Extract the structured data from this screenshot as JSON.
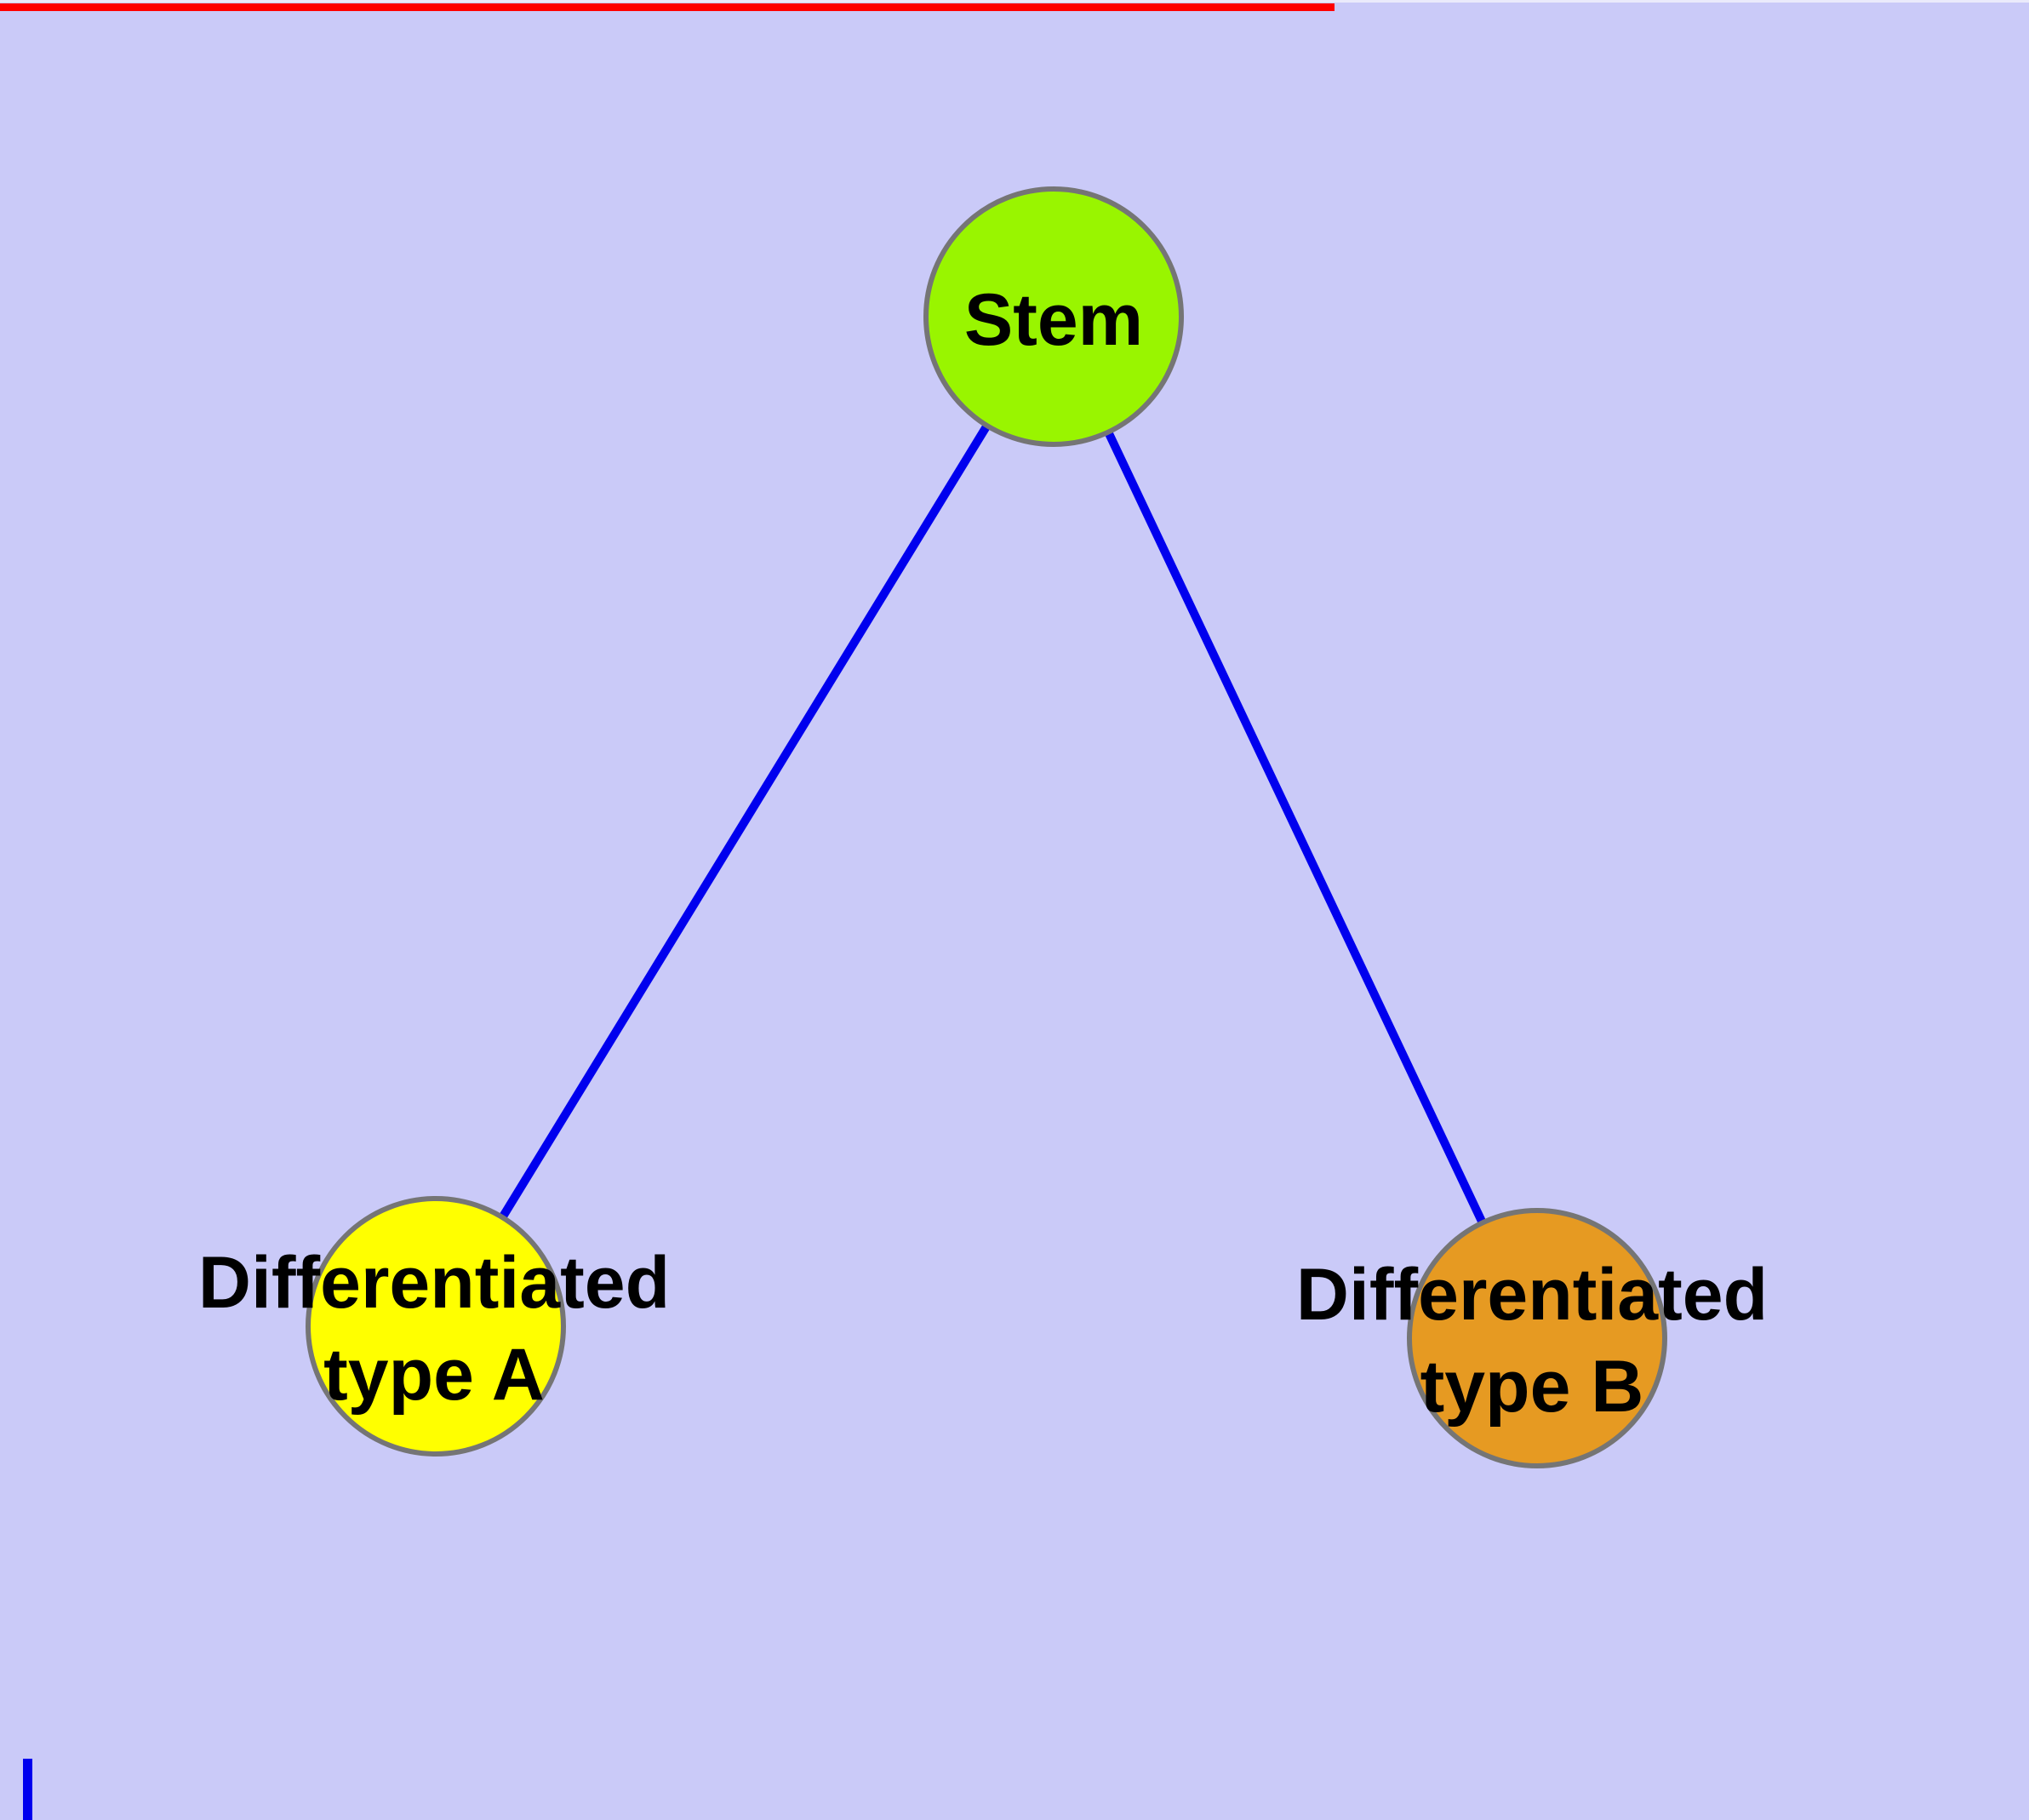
{
  "canvas": {
    "background_color": "#CACAF8",
    "top_edge_highlight_color": "#EAEAFB",
    "progress_bar_color": "#FF0000",
    "corner_tick_color": "#0000EE"
  },
  "graph": {
    "edge_color": "#0000EE",
    "node_border_color": "#757575",
    "label_color": "#000000",
    "nodes": {
      "stem": {
        "label": "Stem",
        "fill_color": "#99F500"
      },
      "type_a": {
        "label_line1": "Differentiated",
        "label_line2": "type A",
        "fill_color": "#FFFF00"
      },
      "type_b": {
        "label_line1": "Differentiated",
        "label_line2": "type B",
        "fill_color": "#E69A22"
      }
    },
    "edges": [
      {
        "from": "stem",
        "to": "type_a"
      },
      {
        "from": "stem",
        "to": "type_b"
      }
    ]
  }
}
